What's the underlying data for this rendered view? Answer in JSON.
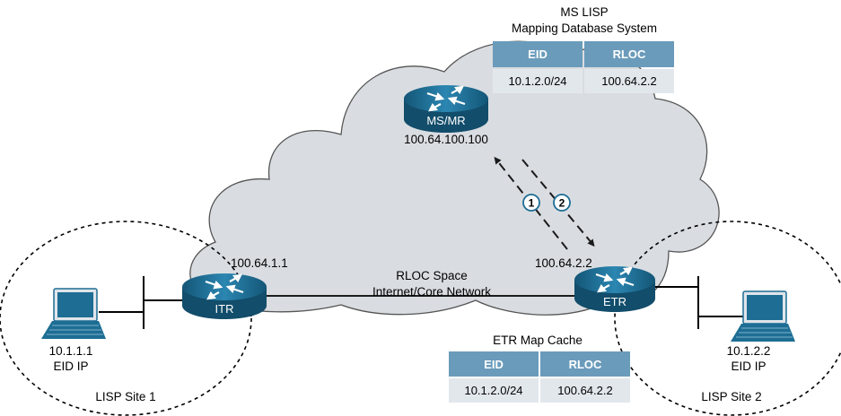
{
  "ms_table": {
    "title_line1": "MS LISP",
    "title_line2": "Mapping Database System",
    "headers": [
      "EID",
      "RLOC"
    ],
    "rows": [
      [
        "10.1.2.0/24",
        "100.64.2.2"
      ]
    ]
  },
  "etr_table": {
    "title": "ETR Map Cache",
    "headers": [
      "EID",
      "RLOC"
    ],
    "rows": [
      [
        "10.1.2.0/24",
        "100.64.2.2"
      ]
    ]
  },
  "devices": {
    "msmr": {
      "label": "MS/MR",
      "ip": "100.64.100.100"
    },
    "itr": {
      "label": "ITR",
      "ip": "100.64.1.1"
    },
    "etr": {
      "label": "ETR",
      "ip": "100.64.2.2"
    }
  },
  "cloud": {
    "line1": "RLOC Space",
    "line2": "Internet/Core Network"
  },
  "site1": {
    "host_ip": "10.1.1.1",
    "host_type": "EID IP",
    "name": "LISP Site 1"
  },
  "site2": {
    "host_ip": "10.1.2.2",
    "host_type": "EID IP",
    "name": "LISP Site 2"
  },
  "steps": [
    "1",
    "2"
  ],
  "colors": {
    "cloud_fill": "#d9dde1",
    "router_blue": "#1d6d94",
    "table_header": "#6a9bbb",
    "table_cell": "#e2e7ec"
  }
}
